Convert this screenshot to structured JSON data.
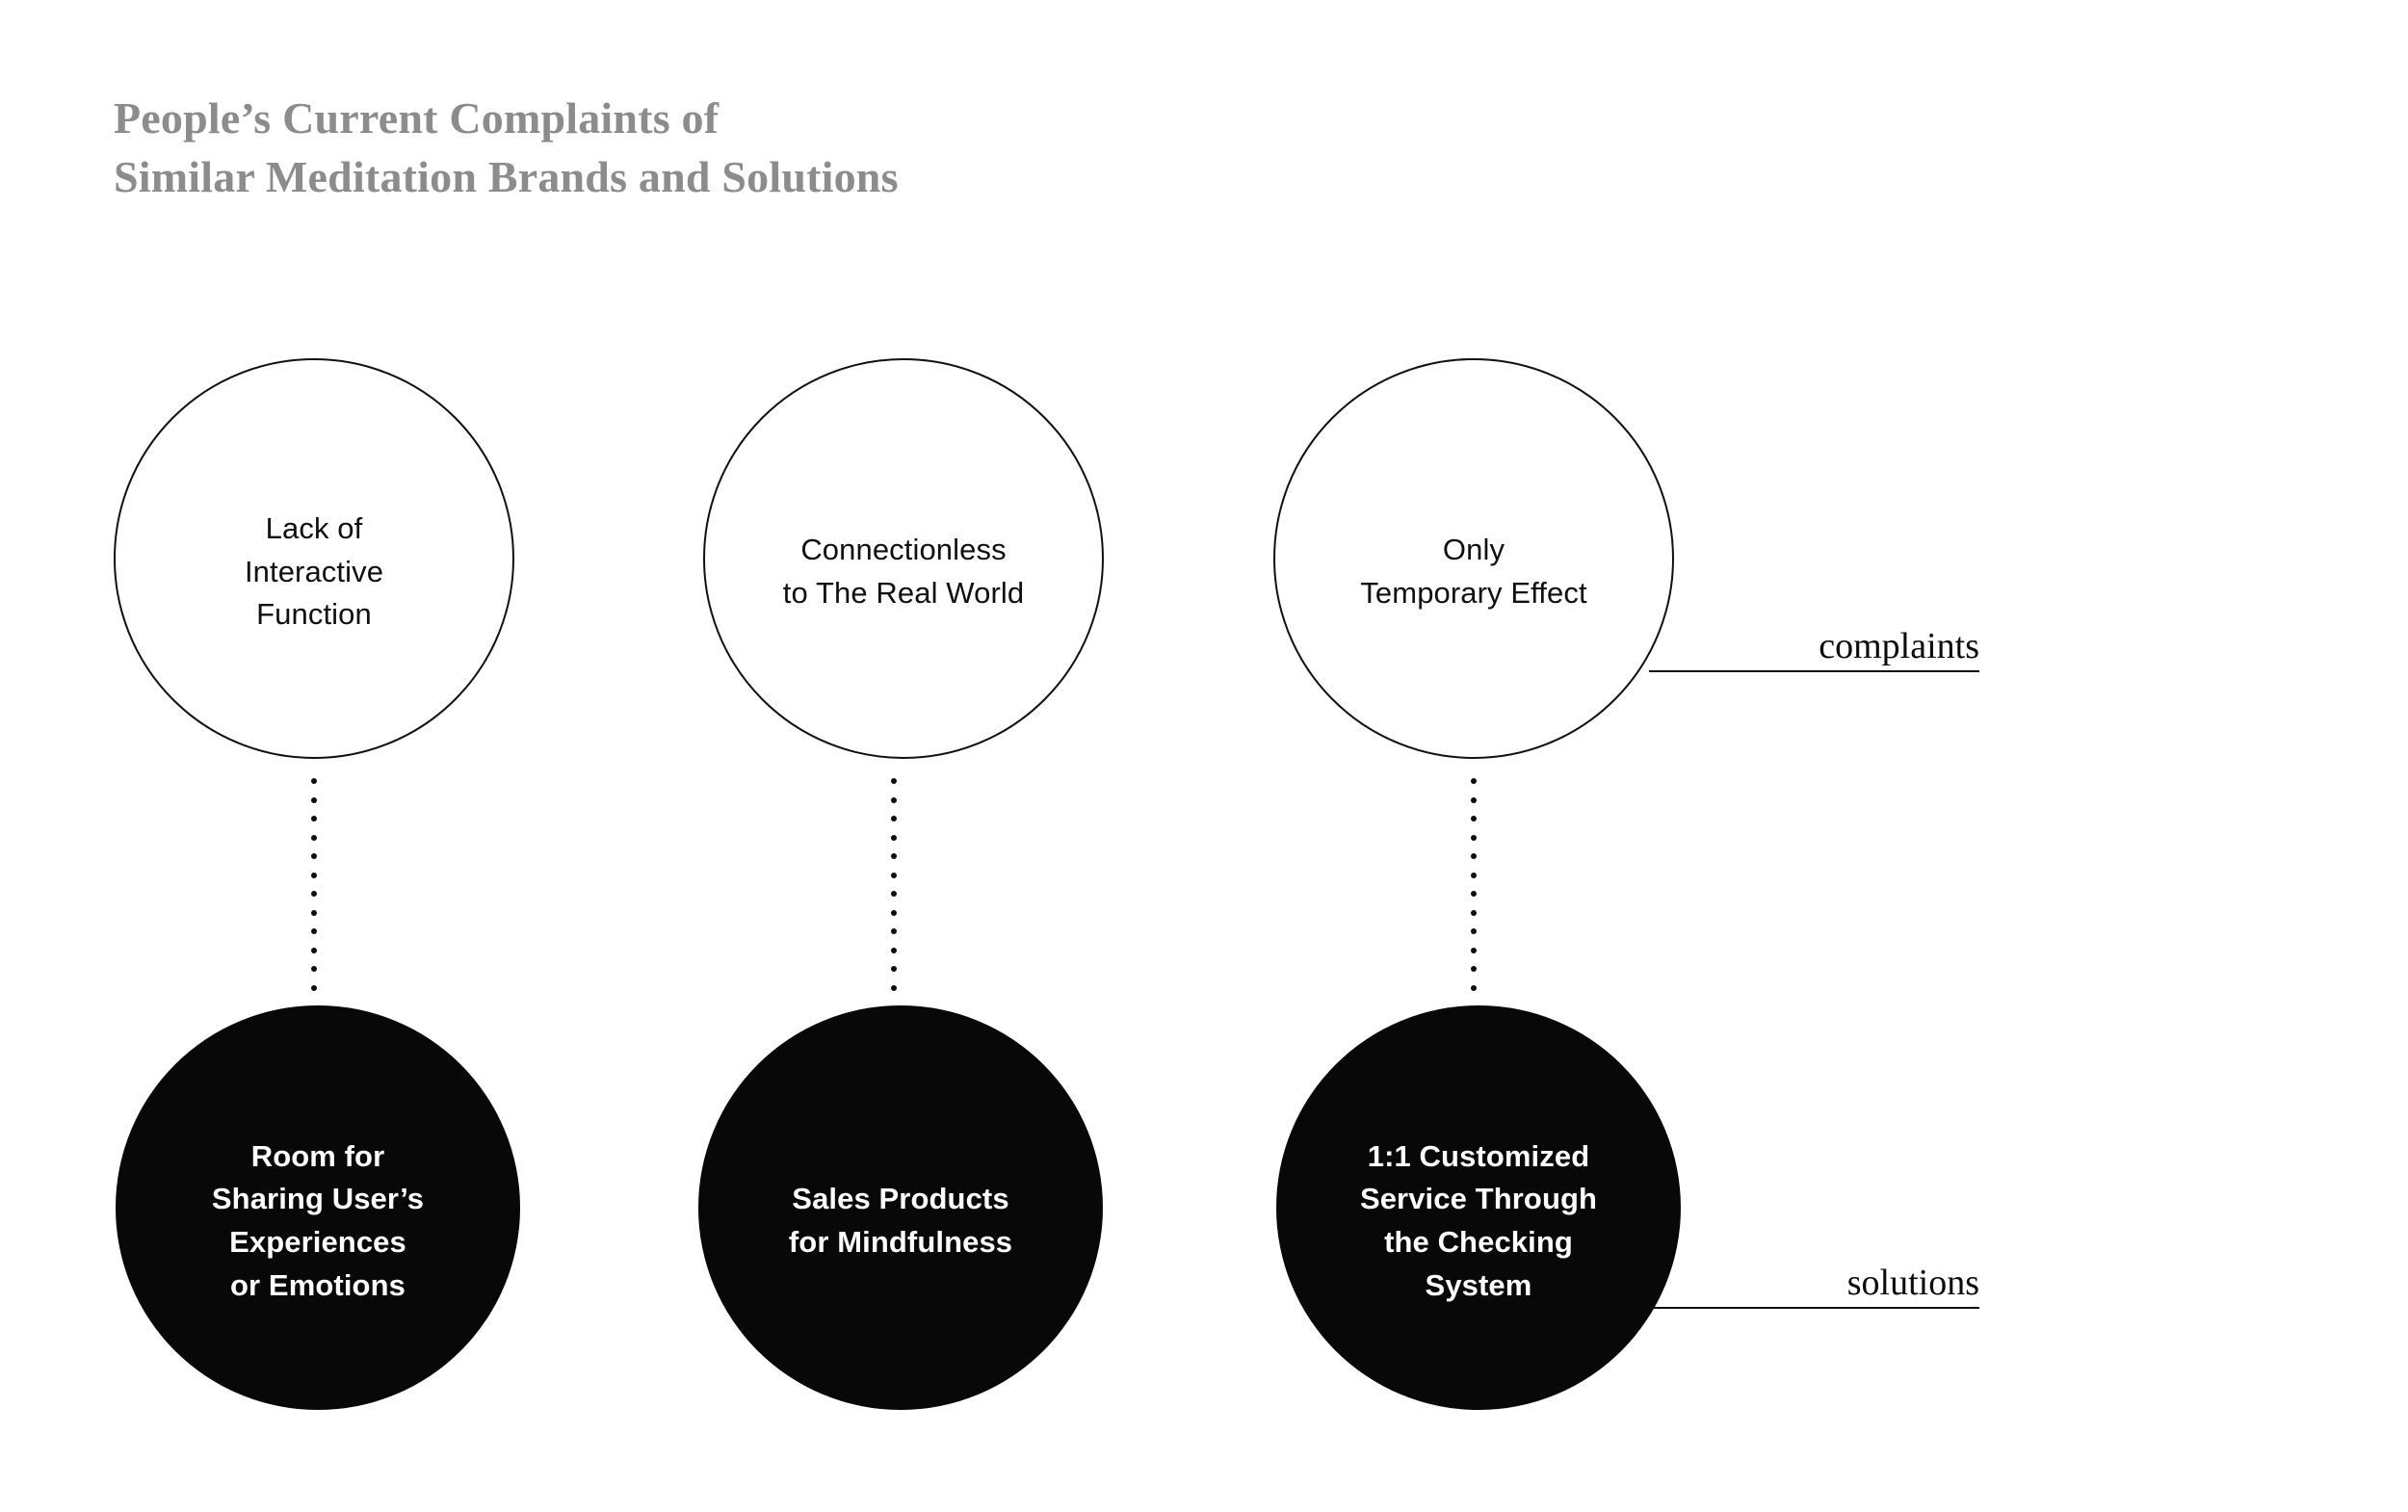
{
  "title": {
    "line1": "People’s Current Complaints of",
    "line2": "Similar Meditation Brands and Solutions",
    "color": "#8c8c8c"
  },
  "colors": {
    "background": "#ffffff",
    "outline": "#111111",
    "fill": "#080808",
    "text_on_dark": "#ffffff",
    "text_on_light": "#101010",
    "annotation": "#0b0b0b"
  },
  "columns": [
    {
      "complaint": "Lack of\nInteractive\nFunction",
      "solution": "Room for\nSharing User’s\nExperiences\nor Emotions"
    },
    {
      "complaint": "Connectionless\nto The Real World",
      "solution": "Sales Products\nfor Mindfulness"
    },
    {
      "complaint": "Only\nTemporary Effect",
      "solution": "1:1 Customized\nService Through\nthe Checking\nSystem"
    }
  ],
  "annotations": {
    "complaints_label": "complaints",
    "solutions_label": "solutions"
  }
}
